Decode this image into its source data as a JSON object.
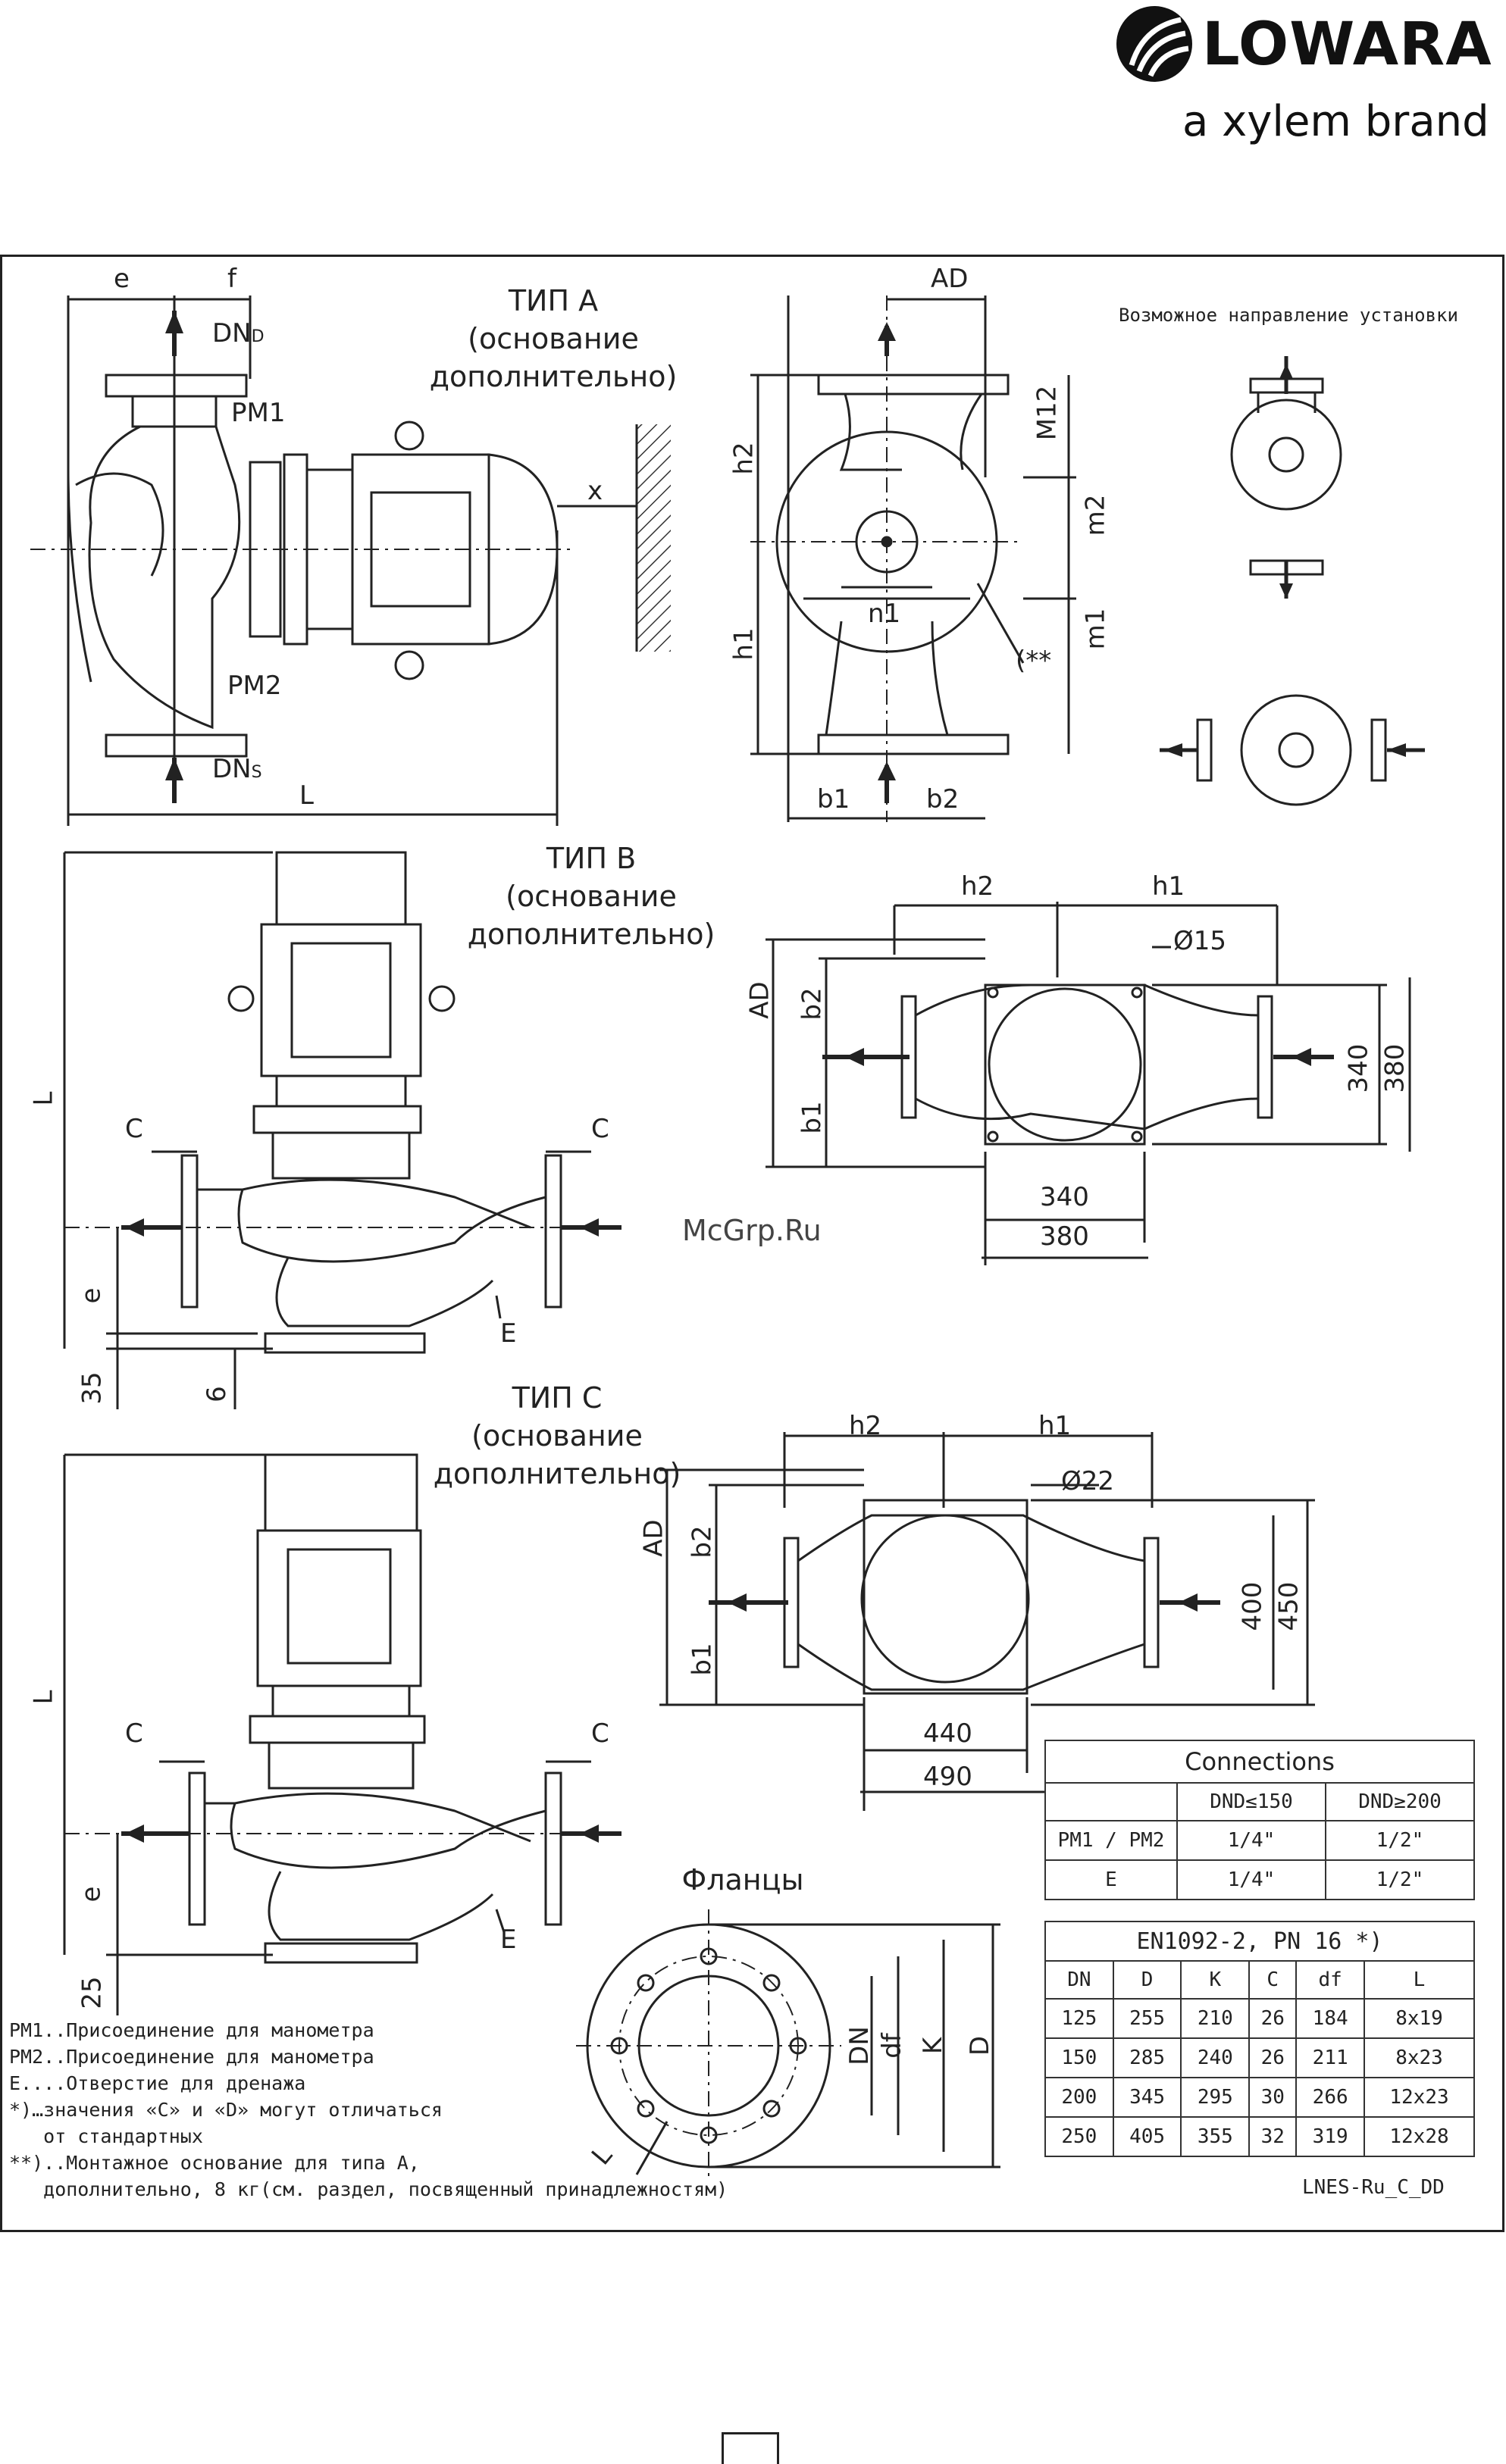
{
  "brand": {
    "name": "LOWARA",
    "tagline": "a xylem brand"
  },
  "type_a": {
    "title": "ТИП А",
    "subtitle": "(основание\nдополнительно)"
  },
  "type_b": {
    "title": "ТИП В",
    "subtitle": "(основание\nдополнительно)"
  },
  "type_c": {
    "title": "ТИП С",
    "subtitle": "(основание\nдополнительно)"
  },
  "install_note": "Возможное направление установки",
  "flanges_title": "Фланцы",
  "watermark": "McGrp.Ru",
  "labels": {
    "e": "e",
    "f": "f",
    "AD": "AD",
    "DNd": "DN",
    "DNd_sub": "D",
    "DNs": "DN",
    "DNs_sub": "S",
    "PM1": "PM1",
    "PM2": "PM2",
    "x": "x",
    "L": "L",
    "h1": "h1",
    "h2": "h2",
    "M12": "M12",
    "m1": "m1",
    "m2": "m2",
    "n1": "n1",
    "stars": "(**",
    "b1": "b1",
    "b2": "b2",
    "C": "C",
    "E": "E",
    "d15": "Ø15",
    "d22": "Ø22",
    "v340": "340",
    "v380": "380",
    "v35": "35",
    "v6": "6",
    "v25": "25",
    "v400": "400",
    "v450": "450",
    "v440": "440",
    "v490": "490",
    "DN": "DN",
    "df": "df",
    "K": "K",
    "D": "D"
  },
  "connections": {
    "title": "Connections",
    "col1": "DND≤150",
    "col2": "DND≥200",
    "rows": [
      {
        "name": "PM1  /  PM2",
        "a": "1/4\"",
        "b": "1/2\""
      },
      {
        "name": "E",
        "a": "1/4\"",
        "b": "1/2\""
      }
    ]
  },
  "en_table": {
    "title": "EN1092-2,  PN 16 *)",
    "headers": [
      "DN",
      "D",
      "K",
      "C",
      "df",
      "L"
    ],
    "rows": [
      [
        "125",
        "255",
        "210",
        "26",
        "184",
        "8x19"
      ],
      [
        "150",
        "285",
        "240",
        "26",
        "211",
        "8x23"
      ],
      [
        "200",
        "345",
        "295",
        "30",
        "266",
        "12x23"
      ],
      [
        "250",
        "405",
        "355",
        "32",
        "319",
        "12x28"
      ]
    ]
  },
  "notes": [
    "PM1..Присоединение для манометра",
    "PM2..Присоединение для манометра",
    "E....Отверстие для дренажа",
    "*)…значения «C» и «D» могут отличаться",
    "   от стандартных",
    "**)..Монтажное основание для типа А,",
    "   дополнительно, 8 кг(см. раздел, посвященный принадлежностям)"
  ],
  "drawing_code": "LNES-Ru_C_DD"
}
